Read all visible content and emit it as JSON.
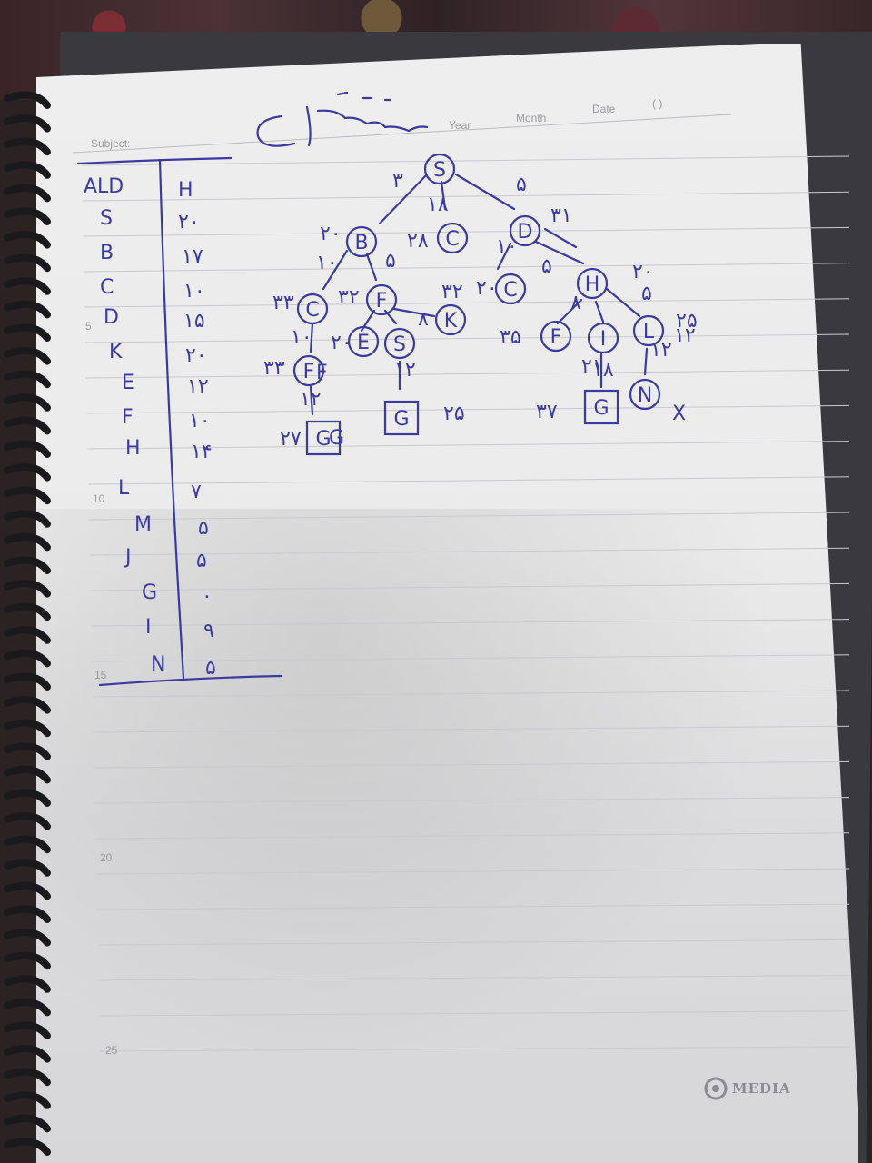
{
  "header": {
    "subject_label": "Subject:",
    "year_label": "Year",
    "month_label": "Month",
    "date_label": "Date",
    "date_parens": "(     )"
  },
  "line_numbers": [
    "5",
    "10",
    "15",
    "20",
    "25"
  ],
  "brand": "MEDIA",
  "heuristic_table": {
    "rows": [
      {
        "node": "ALD",
        "value": "H"
      },
      {
        "node": "S",
        "value": "۲۰"
      },
      {
        "node": "B",
        "value": "۱۷"
      },
      {
        "node": "C",
        "value": "۱۰"
      },
      {
        "node": "D",
        "value": "۱۵"
      },
      {
        "node": "K",
        "value": "۲۰"
      },
      {
        "node": "E",
        "value": "۱۲"
      },
      {
        "node": "F",
        "value": "۱۰"
      },
      {
        "node": "H",
        "value": "۱۴"
      },
      {
        "node": "L",
        "value": "۷"
      },
      {
        "node": "M",
        "value": "۵"
      },
      {
        "node": "J",
        "value": "۵"
      },
      {
        "node": "G",
        "value": "۰"
      },
      {
        "node": "I",
        "value": "۹"
      },
      {
        "node": "N",
        "value": "۵"
      }
    ]
  },
  "tree": {
    "nodes": [
      "S",
      "B",
      "C",
      "D",
      "C",
      "F",
      "K",
      "C",
      "H",
      "E",
      "S",
      "F",
      "F",
      "I",
      "L",
      "F",
      "G",
      "G",
      "G",
      "N",
      "G"
    ],
    "edge_labels": [
      "۳",
      "۱۸",
      "۵",
      "۱۰",
      "۵",
      "۱۰",
      "۵",
      "۸",
      "۵",
      "۸",
      "۱۰",
      "۱۲",
      "۱۸",
      "۱۲",
      "۱۲",
      "۱۲"
    ],
    "cost_labels": [
      "۲۰",
      "۲۸",
      "۳۱",
      "۳۳",
      "۳۲",
      "۳۲",
      "۲۰",
      "۲۵",
      "۲۰",
      "۳۵",
      "۲۰",
      "۳۳",
      "۳۷",
      "۲۵",
      "۲۷",
      "۲۱"
    ],
    "rejected_mark": "X"
  },
  "colors": {
    "ink": "#3b3aa0",
    "paper": "#eeeeee"
  }
}
